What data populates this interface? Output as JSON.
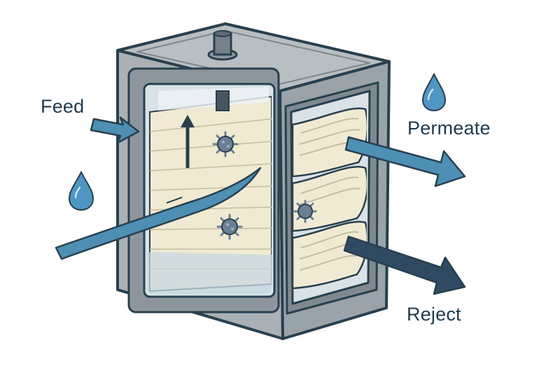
{
  "labels": {
    "feed": "Feed",
    "permeate": "Permeate",
    "reject": "Reject"
  },
  "colors": {
    "outline": "#28404f",
    "housing_steel": "#a9b1b6",
    "housing_shade": "#8f989e",
    "housing_top": "#b8bfc3",
    "membrane_cream": "#f1ead3",
    "water_blue": "#4e8fb4",
    "reject_navy": "#2f4a62",
    "droplet_blue": "#4f97c2",
    "microbe": "#6a8094",
    "label_text": "#1f3a4d"
  },
  "icons": [
    "water-drop-icon",
    "microbe-icon",
    "flow-arrow-icon",
    "outlet-nozzle-icon"
  ]
}
